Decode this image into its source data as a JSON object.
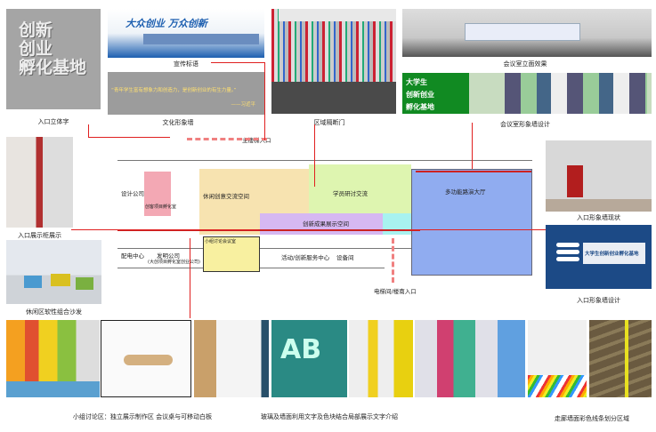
{
  "photos": {
    "entrance_3d_text": {
      "caption": "入口立体字",
      "text": [
        "创新",
        "创业",
        "孵化基地"
      ]
    },
    "slogan_banner": {
      "caption": "宣传标语",
      "text": "大众创业 万众创新"
    },
    "culture_wall": {
      "caption": "文化形象墙",
      "quote": "“青年学生富有想象力和创造力，是创新创业的有生力量。”",
      "author": "——习近平"
    },
    "partition_door": {
      "caption": "区域隔断门"
    },
    "meeting_facade": {
      "caption": "会议室立面效果"
    },
    "meeting_wall": {
      "caption": "会议室形象墙设计",
      "text": [
        "大学生",
        "创新创业",
        "孵化基地"
      ]
    },
    "entrance_wall_current": {
      "caption": "入口形象墙现状"
    },
    "entrance_wall_design": {
      "caption": "入口形象墙设计",
      "title": "大学生创新创业孵化基地"
    },
    "entrance_showcase": {
      "caption": "入口展示柜展示"
    },
    "lounge_sofa": {
      "caption": "休闲区软性组合沙发"
    }
  },
  "bottom_captions": {
    "left": "小组讨论区：独立展示制作区 会议桌与可移动白板",
    "middle": "玻璃及墙面利用文字及色块结合局部展示文字介绍",
    "right": "走廊墙面彩色线条划分区域"
  },
  "plan": {
    "rooms": {
      "design_company": "设计公司",
      "incubation": "创客项目孵化室",
      "lounge": "休闲创意交流空间",
      "seminar": "学员研讨交流",
      "roadshow": "多功能路演大厅",
      "showcase": "创新成果展示空间",
      "control": "配电中心",
      "invention": "发明公司",
      "invention_sub": "(大创项目孵化室创业公司)",
      "group": "小组讨论会议室",
      "service": "活动/创新服务中心",
      "storage": "设备间"
    },
    "entrances": {
      "main": "主楼梯入口",
      "south": "电梯间/楼南入口"
    }
  },
  "colors": {
    "marker": "#e02020",
    "lounge": "#f7e3b0",
    "seminar": "#def5b0",
    "showcase": "#d6b8f2",
    "roadshow": "#90acf0",
    "incubation": "#f3a8b4",
    "group": "#f8f0a0",
    "cyan": "#a8f2f0"
  }
}
